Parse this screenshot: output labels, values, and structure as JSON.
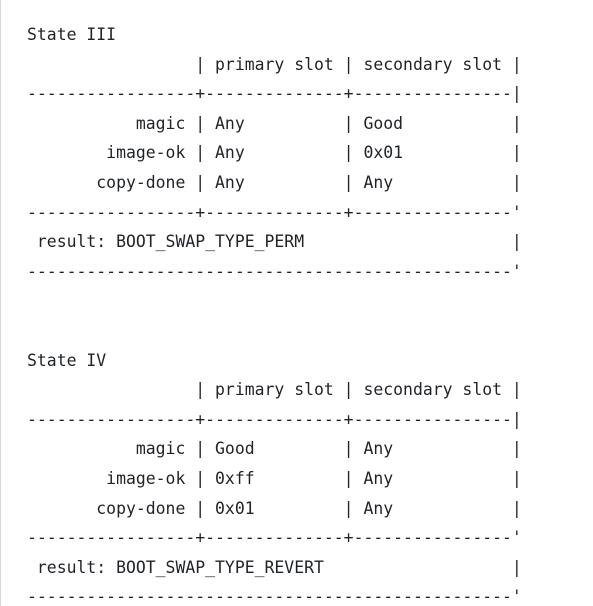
{
  "lines": [
    "State III",
    "                 | primary slot | secondary slot |",
    "-----------------+--------------+----------------|",
    "           magic | Any          | Good           |",
    "        image-ok | Any          | 0x01           |",
    "       copy-done | Any          | Any            |",
    "-----------------+--------------+----------------'",
    " result: BOOT_SWAP_TYPE_PERM                     |",
    "-------------------------------------------------'",
    "",
    "",
    "State IV",
    "                 | primary slot | secondary slot |",
    "-----------------+--------------+----------------|",
    "           magic | Good         | Any            |",
    "        image-ok | 0xff         | Any            |",
    "       copy-done | 0x01         | Any            |",
    "-----------------+--------------+----------------'",
    " result: BOOT_SWAP_TYPE_REVERT                   |",
    "-------------------------------------------------'"
  ]
}
